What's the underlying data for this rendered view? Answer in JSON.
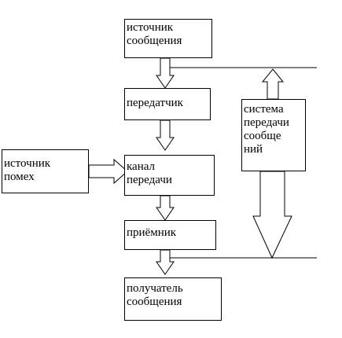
{
  "diagram": {
    "nodes": {
      "source": {
        "line1": "источник",
        "line2": "сообщения"
      },
      "transmitter": {
        "line1": "передатчик"
      },
      "channel": {
        "line1": "канал",
        "line2": "передачи"
      },
      "receiver": {
        "line1": "приёмник"
      },
      "recipient": {
        "line1": "получатель",
        "line2": "сообщения"
      },
      "noise": {
        "line1": "источник",
        "line2": "помех"
      },
      "system": {
        "line1": "система",
        "line2": "передачи",
        "line3": "сообще",
        "line4": "ний"
      }
    },
    "colors": {
      "stroke": "#000000",
      "fill": "#ffffff"
    }
  }
}
